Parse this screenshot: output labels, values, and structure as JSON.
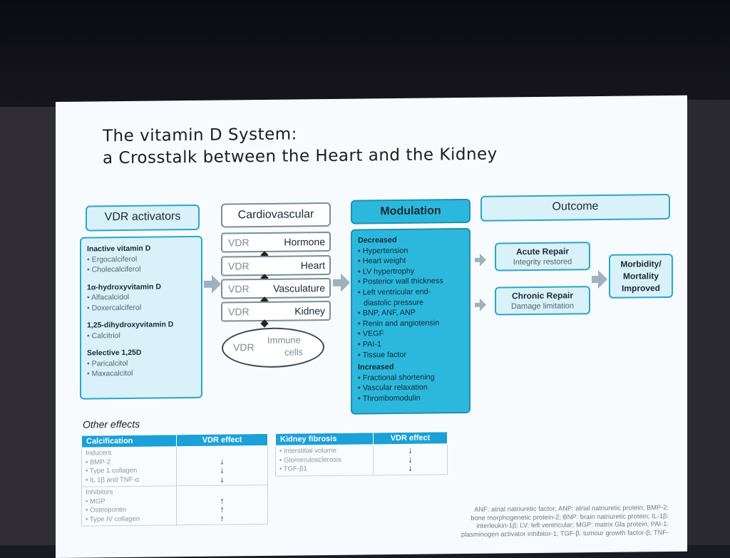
{
  "title": {
    "line1": "The vitamin D System:",
    "line2": "a Crosstalk between the Heart and the Kidney"
  },
  "vdr_activators": {
    "header": "VDR activators",
    "groups": [
      {
        "name": "Inactive vitamin D",
        "items": [
          "• Ergocalciferol",
          "• Cholecalciferol"
        ]
      },
      {
        "name": "1α-hydroxyvitamin D",
        "items": [
          "• Alfacalcidol",
          "• Doxercalciferol"
        ]
      },
      {
        "name": "1,25-dihydroxyvitamin D",
        "items": [
          "• Calcitriol"
        ]
      },
      {
        "name": "Selective 1,25D",
        "items": [
          "• Paricalcitol",
          "• Maxacalcitol"
        ]
      }
    ]
  },
  "cardiovascular": {
    "header": "Cardiovascular",
    "rows": [
      {
        "left": "VDR",
        "right": "Hormone"
      },
      {
        "left": "VDR",
        "right": "Heart"
      },
      {
        "left": "VDR",
        "right": "Vasculature"
      },
      {
        "left": "VDR",
        "right": "Kidney"
      }
    ],
    "immune_left": "VDR",
    "immune_right1": "Immune",
    "immune_right2": "cells"
  },
  "modulation": {
    "header": "Modulation",
    "decreased_label": "Decreased",
    "decreased": [
      "• Hypertension",
      "• Heart weight",
      "• LV hypertrophy",
      "• Posterior wall thickness",
      "• Left ventricular end-",
      "  diastolic pressure",
      "• BNP, ANF, ANP",
      "• Renin and angiotensin",
      "• VEGF",
      "• PAI-1",
      "• Tissue factor"
    ],
    "increased_label": "Increased",
    "increased": [
      "• Fractional shortening",
      "• Vascular relaxation",
      "• Thrombomodulin"
    ]
  },
  "outcome": {
    "header": "Outcome",
    "acute_title": "Acute Repair",
    "acute_sub": "Integrity restored",
    "chronic_title": "Chronic Repair",
    "chronic_sub": "Damage limitation",
    "final1": "Morbidity/",
    "final2": "Mortality",
    "final3": "Improved"
  },
  "other_effects": {
    "label": "Other effects",
    "calcification": {
      "headers": [
        "Calcification",
        "VDR effect"
      ],
      "inducers_label": "Inducers",
      "inducers": [
        "• BMP-2",
        "• Type 1 collagen",
        "• IL 1β and TNF-α"
      ],
      "inducer_arrows": [
        "↓",
        "↓",
        "↓"
      ],
      "inhibitors_label": "Inhibitors",
      "inhibitors": [
        "• MGP",
        "• Osteopontin",
        "• Type IV collagen"
      ],
      "inhibitor_arrows": [
        "↑",
        "↑",
        "↑"
      ]
    },
    "kidney": {
      "headers": [
        "Kidney fibrosis",
        "VDR effect"
      ],
      "items": [
        "• Interstitial volume",
        "• Glomerulosclerosis",
        "• TGF-β1"
      ],
      "arrows": [
        "↓",
        "↓",
        "↓"
      ]
    }
  },
  "footnote": {
    "line1": "ANF: atrial natriuretic factor; ANP: atrial natriuretic protein; BMP-2:",
    "line2": "bone morphogenetic protein-2; BNP: brain natriuretic protein; IL-1β:",
    "line3": "interleukin-1β; LV: left ventricular; MGP: matrix Gla protein; PAI-1:",
    "line4": "plasminogen activator inhibitor-1; TGF-β: tumour growth factor-β; TNF-"
  },
  "colors": {
    "accent": "#2cb8dc",
    "light_box": "#d9f1f9",
    "table_header": "#1ba0d8"
  }
}
